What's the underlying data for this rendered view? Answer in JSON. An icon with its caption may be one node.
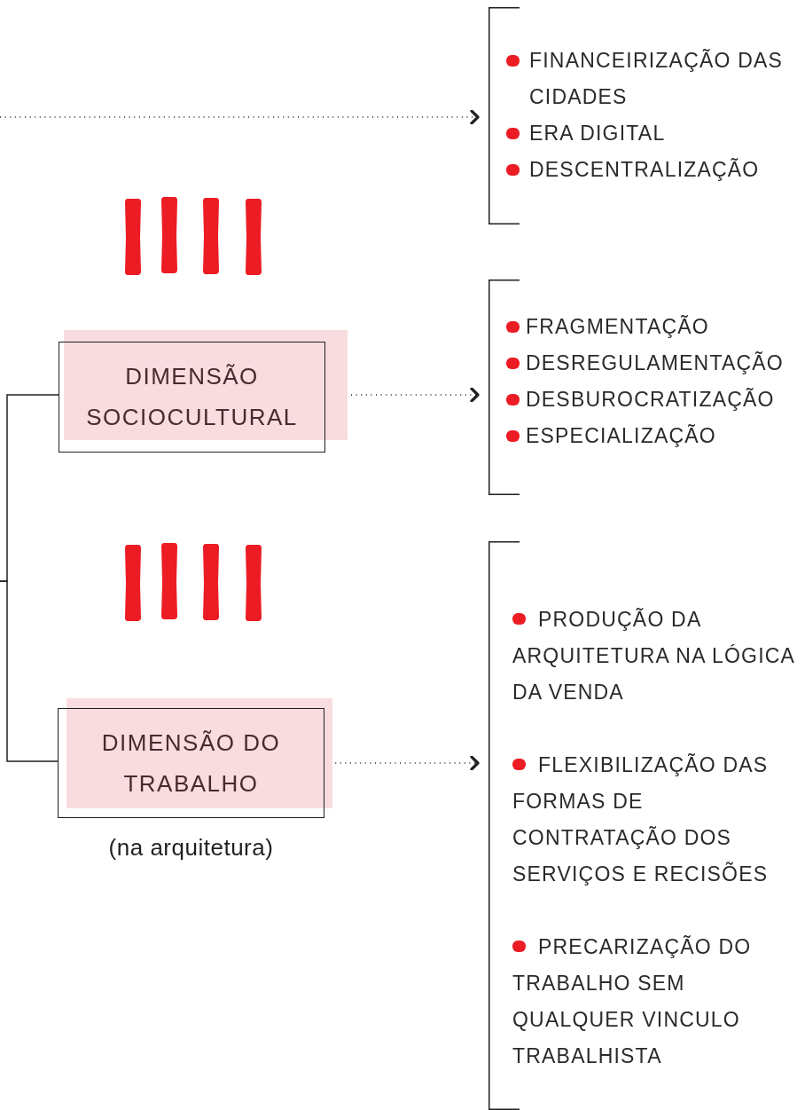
{
  "diagram": {
    "nodes": [
      {
        "text": [
          "FINANCEIRIZAÇÃO DAS CIDADES",
          "ERA DIGITAL",
          "DESCENTRALIZAÇÃO"
        ]
      },
      {
        "text": [
          "DIMENSÃO SOCIOCULTURAL"
        ]
      },
      {
        "text": [
          "FRAGMENTAÇÃO",
          "DESREGULAMENTAÇÃO",
          "DESBUROCRATIZAÇÃO",
          "ESPECIALIZAÇÃO"
        ]
      },
      {
        "text": [
          "DIMENSÃO DO TRABALHO"
        ],
        "beside": [
          "(na arquitetura)"
        ]
      },
      {
        "text": [
          "PRODUÇÃO DA ARQUITETURA NA LÓGICA DA VENDA",
          "FLEXIBILIZAÇÃO DAS FORMAS DE CONTRATAÇÃO DOS SERVIÇOS E RECISÕES",
          "PRECARIZAÇÃO DO TRABALHO SEM QUALQUER VINCULO TRABALHISTA"
        ]
      }
    ],
    "edges": [
      {
        "from": null,
        "to": 0,
        "arrow": "to",
        "style": "dashed"
      },
      {
        "from": 1,
        "to": 2,
        "arrow": "to",
        "style": "dashed"
      },
      {
        "from": 3,
        "to": 4,
        "arrow": "to",
        "style": "dashed"
      },
      {
        "from": null,
        "to": 1,
        "arrow": "none"
      },
      {
        "from": null,
        "to": 3,
        "arrow": "none"
      }
    ]
  }
}
